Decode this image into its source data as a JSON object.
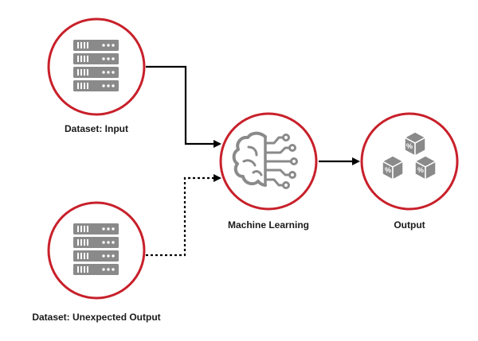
{
  "colors": {
    "ring": "#c8202a",
    "icon": "#8a8a8a",
    "arrow": "#000000",
    "text": "#1a1a1a"
  },
  "nodes": {
    "input": {
      "label": "Dataset: Input",
      "icon": "server-icon"
    },
    "unexpected": {
      "label": "Dataset: Unexpected Output",
      "icon": "server-icon"
    },
    "ml": {
      "label": "Machine Learning",
      "icon": "brain-circuit-icon"
    },
    "output": {
      "label": "Output",
      "icon": "percent-boxes-icon"
    }
  },
  "edges": [
    {
      "from": "input",
      "to": "ml",
      "style": "solid"
    },
    {
      "from": "unexpected",
      "to": "ml",
      "style": "dotted"
    },
    {
      "from": "ml",
      "to": "output",
      "style": "solid"
    }
  ]
}
